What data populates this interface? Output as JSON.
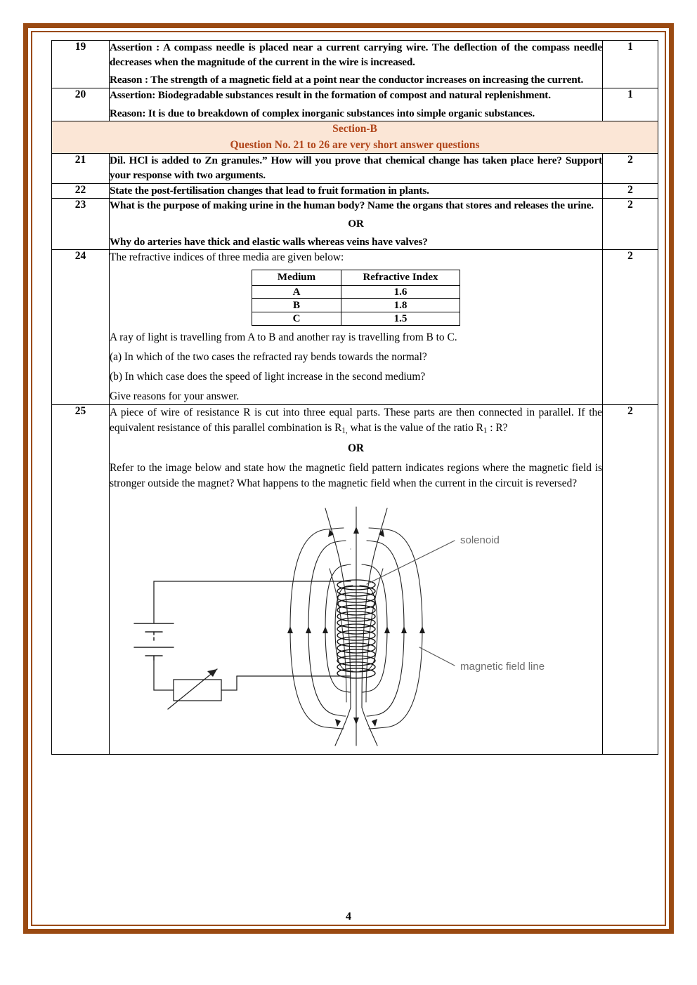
{
  "page": {
    "number": "4",
    "border_color": "#9A4A12"
  },
  "table": {
    "rows": [
      {
        "no": "19",
        "marks": "1",
        "paras": [
          "Assertion : A compass needle is placed near a current carrying wire. The deflection of the compass needle decreases when the magnitude of the current in the wire is increased.",
          "Reason : The strength of a magnetic field at a point near the conductor increases on increasing the current."
        ]
      },
      {
        "no": "20",
        "marks": "1",
        "paras": [
          " Assertion: Biodegradable substances result in the formation of compost and natural replenishment.",
          "Reason: It is due to breakdown of complex inorganic substances into simple organic substances."
        ]
      },
      {
        "no": "21",
        "marks": "2",
        "paras": [
          "Dil. HCl is added to Zn granules.” How will you prove that chemical change has taken place here?  Support your response with two arguments."
        ]
      },
      {
        "no": "22",
        "marks": "2",
        "paras": [
          "State the post-fertilisation changes that lead to fruit formation in plants."
        ]
      },
      {
        "no": "23",
        "marks": "2",
        "paras": [
          "What is the purpose of making urine in the human body? Name the organs that stores and releases the urine."
        ],
        "or_label": "OR",
        "paras_after": [
          "Why do arteries have thick and elastic walls whereas veins have valves?"
        ]
      },
      {
        "no": "24",
        "marks": "2",
        "intro": "The refractive indices of three media are given below:",
        "ri_table": {
          "headers": [
            "Medium",
            "Refractive Index"
          ],
          "rows": [
            [
              "A",
              "1.6"
            ],
            [
              "B",
              "1.8"
            ],
            [
              "C",
              "1.5"
            ]
          ]
        },
        "paras_after": [
          "A ray of light is travelling from A to B and another ray is travelling from B to C.",
          "(a) In which of the two cases the refracted ray bends towards the normal?",
          "(b) In which case does the speed of light increase in the second medium?",
          "Give reasons for your answer."
        ]
      },
      {
        "no": "25",
        "marks": "2",
        "para_before_html": "A piece of wire of resistance R is cut into three equal parts. These parts are then connected in parallel. If the equivalent resistance of this parallel combination is R<sub>1,</sub> what is the value of the ratio R<sub>1</sub> : R?",
        "or_label": "OR",
        "paras_after": [
          "Refer to the image below and state how the magnetic field pattern indicates regions where the magnetic field is stronger outside the magnet? What happens to the magnetic field when the current in the circuit is reversed?"
        ]
      }
    ]
  },
  "section_banner": {
    "title": "Section-B",
    "subtitle": "Question No. 21 to 26 are very short answer questions",
    "text_color": "#B0451A",
    "background_color": "#FBE6D6"
  },
  "diagram": {
    "label_solenoid": "solenoid",
    "label_field_line": "magnetic field line",
    "label_color": "#6E6E6E"
  }
}
